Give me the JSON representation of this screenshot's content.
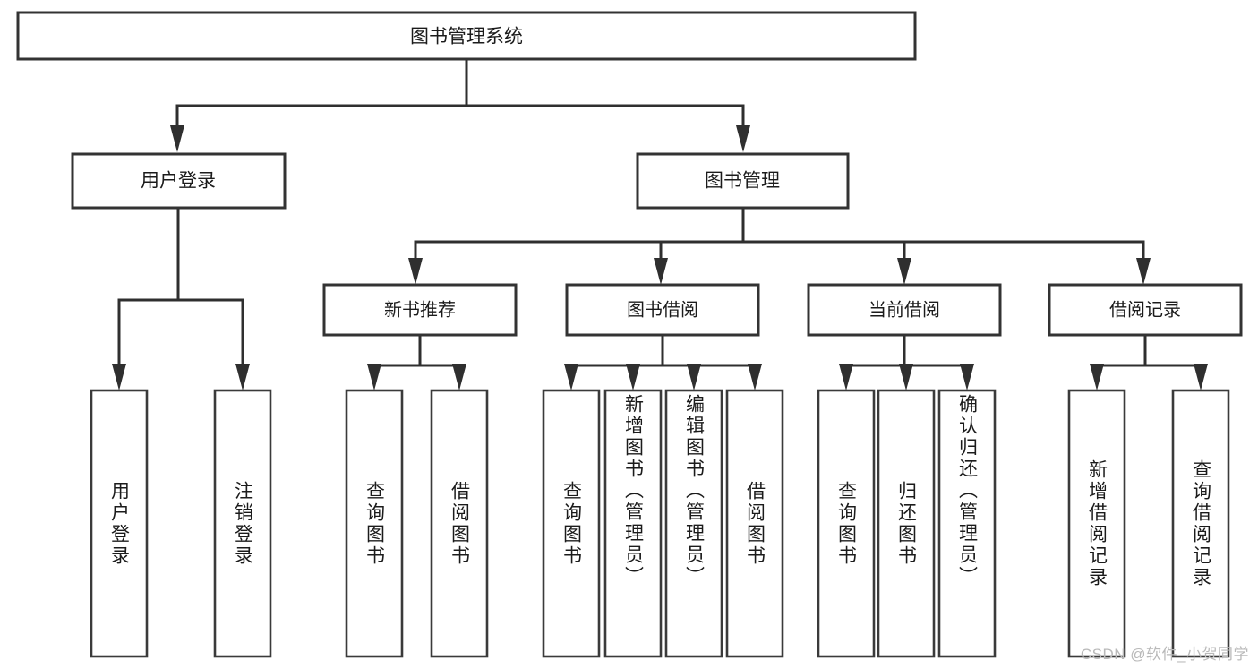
{
  "diagram": {
    "type": "tree-hierarchy",
    "orientation": "top-down",
    "root": {
      "label": "图书管理系统"
    },
    "level1": [
      {
        "label": "用户登录"
      },
      {
        "label": "图书管理"
      }
    ],
    "level2": [
      {
        "label": "新书推荐"
      },
      {
        "label": "图书借阅"
      },
      {
        "label": "当前借阅"
      },
      {
        "label": "借阅记录"
      }
    ],
    "leaves": {
      "user_login": [
        {
          "label": "用户登录"
        },
        {
          "label": "注销登录"
        }
      ],
      "new_book_recommend": [
        {
          "label": "查询图书"
        },
        {
          "label": "借阅图书"
        }
      ],
      "book_borrow": [
        {
          "label": "查询图书"
        },
        {
          "label": "新增图书（管理员）"
        },
        {
          "label": "编辑图书（管理员）"
        },
        {
          "label": "借阅图书"
        }
      ],
      "current_borrow": [
        {
          "label": "查询图书"
        },
        {
          "label": "归还图书"
        },
        {
          "label": "确认归还（管理员）"
        }
      ],
      "borrow_record": [
        {
          "label": "新增借阅记录"
        },
        {
          "label": "查询借阅记录"
        }
      ]
    }
  },
  "watermark": {
    "text": "CSDN @软件_小贺同学"
  },
  "colors": {
    "box_stroke": "#333333",
    "connector": "#2f2f2f",
    "text": "#1b1b1b",
    "background": "#ffffff",
    "watermark": "#b9b9b9"
  }
}
